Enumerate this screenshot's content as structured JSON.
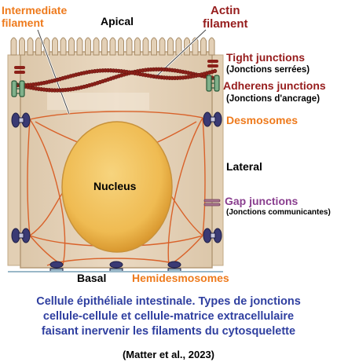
{
  "labels": {
    "intermediate_filament": [
      "Intermediate",
      "filament"
    ],
    "actin_filament": [
      "Actin",
      "filament"
    ],
    "apical": "Apical",
    "tight_junctions": "Tight junctions",
    "tight_junctions_fr": "(Jonctions serrées)",
    "adherens_junctions": "Adherens junctions",
    "adherens_junctions_fr": "(Jonctions d'ancrage)",
    "desmosomes": "Desmosomes",
    "lateral": "Lateral",
    "nucleus": "Nucleus",
    "gap_junctions": "Gap junctions",
    "gap_junctions_fr": "(Jonctions communicantes)",
    "basal": "Basal",
    "hemidesmosomes": "Hemidesmosomes"
  },
  "caption": {
    "lines": [
      "Cellule épithéliale intestinale. Types de jonctions",
      "cellule-cellule et cellule-matrice extracellulaire",
      "faisant inervenir les filaments du cytosquelette"
    ],
    "citation": "(Matter et al., 2023)"
  },
  "colors": {
    "cell_fill": "#e7d6bf",
    "cell_border": "#b59a77",
    "nucleus_fill": "#f3c15c",
    "actin": "#8c2119",
    "intermediate_filament": "#d9622a",
    "desmosome": "#3a3a74",
    "gap_junction": "#a9738f",
    "label_orange": "#ee7a1c",
    "label_darkred": "#961c1c",
    "label_purple": "#8a3f8f",
    "caption_blue": "#2f3fa0"
  }
}
